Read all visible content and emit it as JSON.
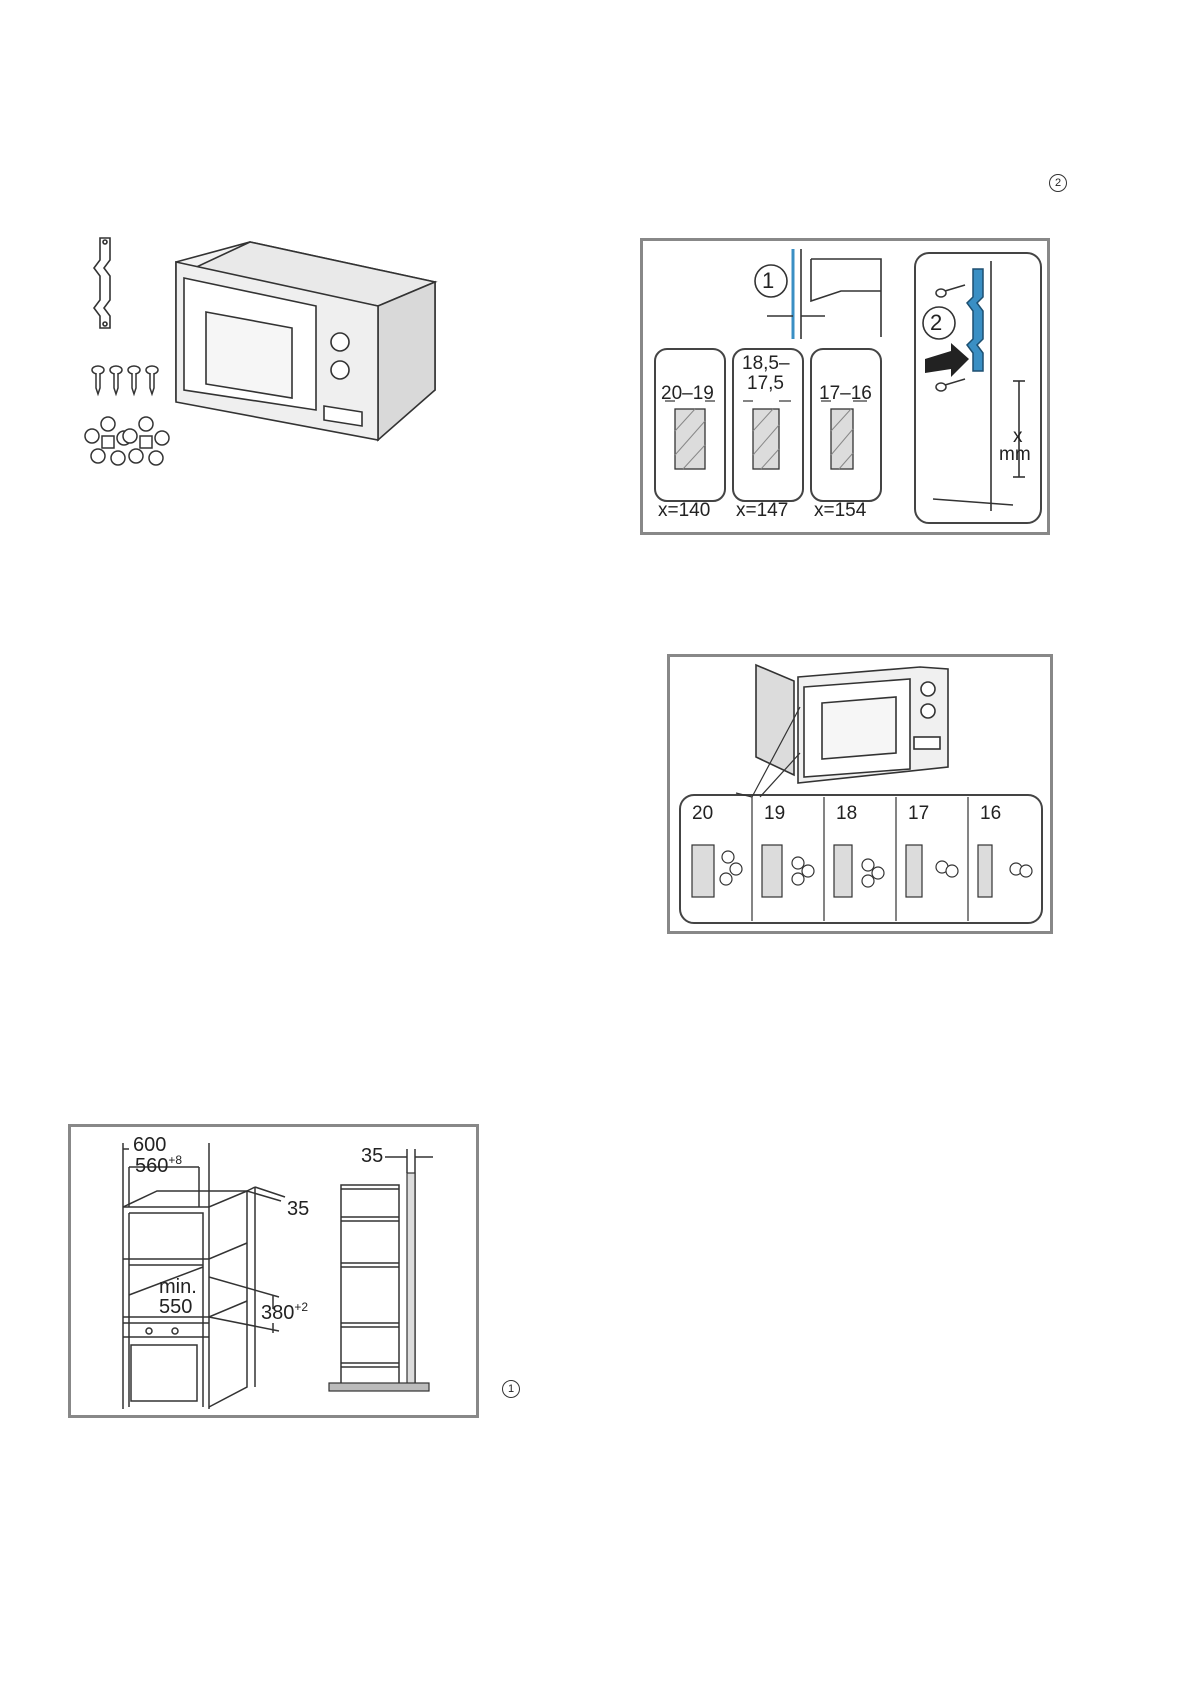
{
  "page": {
    "note_top": "2",
    "note_bottom": "1"
  },
  "fig_bracket": {
    "callout_1": "1",
    "callout_2": "2",
    "panels": [
      {
        "thickness": "20–19",
        "x": "x=140"
      },
      {
        "thickness_line1": "18,5–",
        "thickness_line2": "17,5",
        "x": "x=147"
      },
      {
        "thickness": "17–16",
        "x": "x=154"
      }
    ],
    "x_label": "x",
    "unit_label": "mm",
    "bracket_color": "#3a8fc4"
  },
  "fig_spacers": {
    "cells": [
      "20",
      "19",
      "18",
      "17",
      "16"
    ]
  },
  "fig_niche": {
    "width_outer": "600",
    "width_inner": "560",
    "width_inner_tol": "+8",
    "side_right": "35",
    "depth_min_1": "min.",
    "depth_min_2": "550",
    "height": "380",
    "height_tol": "+2",
    "side_profile": "35"
  }
}
